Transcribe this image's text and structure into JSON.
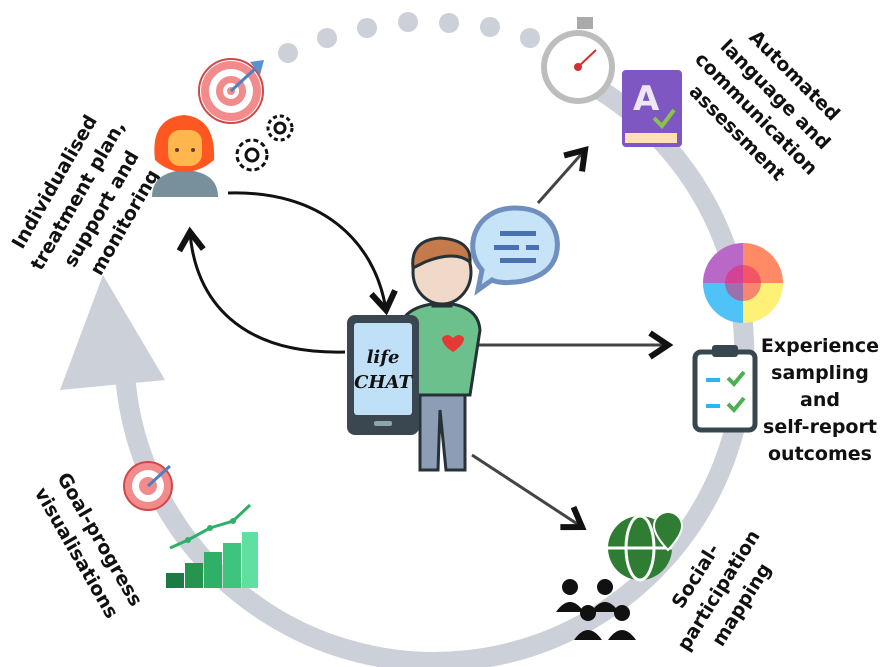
{
  "labels": {
    "treatment": [
      "Individualised",
      "treatment plan,",
      "support and",
      "monitoring"
    ],
    "language": [
      "Automated",
      "language and",
      "communication",
      "assessment"
    ],
    "experience": [
      "Experience",
      "sampling",
      "and",
      "self-report",
      "outcomes"
    ],
    "social": [
      "Social-",
      "participation",
      "mapping"
    ],
    "goal": [
      "Goal-progress",
      "visualisations"
    ]
  },
  "phone": {
    "line1": "life",
    "line2": "CHAT"
  },
  "colors": {
    "cycle": "#cbd0d9",
    "arrow": "#444444",
    "shirt": "#6cc08b",
    "phone_screen": "#bfe0f7",
    "book": "#7e57c2",
    "hair": "#ff5722"
  },
  "icons": [
    "target-icon",
    "gears-icon",
    "clinician-avatar-icon",
    "stopwatch-icon",
    "language-book-icon",
    "speech-bubble-icon",
    "color-wheel-icon",
    "checklist-clipboard-icon",
    "globe-location-icon",
    "people-group-icon",
    "growth-chart-icon",
    "patient-figure-icon",
    "smartphone-icon"
  ]
}
